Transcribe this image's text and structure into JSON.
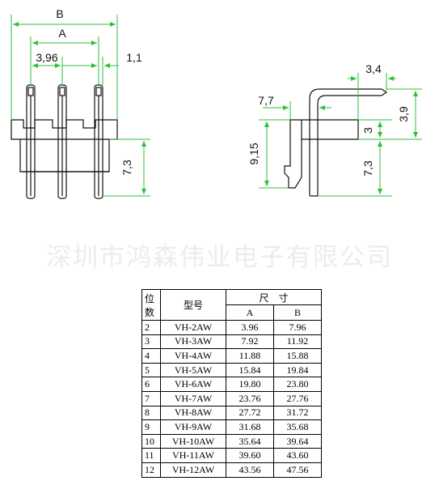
{
  "drawing": {
    "front_view": {
      "dim_B": "B",
      "dim_A": "A",
      "dim_pitch": "3,96",
      "dim_offset": "1,1",
      "dim_pin": "7,3"
    },
    "side_view": {
      "dim_bend": "3,4",
      "dim_width": "7,7",
      "dim_height": "9,15",
      "dim_upper": "3",
      "dim_total_upper": "3,9",
      "dim_pin": "7,3"
    },
    "line_color": "#111111",
    "dim_color": "#2fbf3a"
  },
  "company": "深圳市鸿森伟业电子有限公司",
  "table": {
    "header": {
      "pos": "位数",
      "model": "型号",
      "size": "尺　寸",
      "col_a": "A",
      "col_b": "B"
    },
    "rows": [
      {
        "n": "2",
        "model": "VH-2AW",
        "a": "3.96",
        "b": "7.96"
      },
      {
        "n": "3",
        "model": "VH-3AW",
        "a": "7.92",
        "b": "11.92"
      },
      {
        "n": "4",
        "model": "VH-4AW",
        "a": "11.88",
        "b": "15.88"
      },
      {
        "n": "5",
        "model": "VH-5AW",
        "a": "15.84",
        "b": "19.84"
      },
      {
        "n": "6",
        "model": "VH-6AW",
        "a": "19.80",
        "b": "23.80"
      },
      {
        "n": "7",
        "model": "VH-7AW",
        "a": "23.76",
        "b": "27.76"
      },
      {
        "n": "8",
        "model": "VH-8AW",
        "a": "27.72",
        "b": "31.72"
      },
      {
        "n": "9",
        "model": "VH-9AW",
        "a": "31.68",
        "b": "35.68"
      },
      {
        "n": "10",
        "model": "VH-10AW",
        "a": "35.64",
        "b": "39.64"
      },
      {
        "n": "11",
        "model": "VH-11AW",
        "a": "39.60",
        "b": "43.60"
      },
      {
        "n": "12",
        "model": "VH-12AW",
        "a": "43.56",
        "b": "47.56"
      }
    ]
  }
}
